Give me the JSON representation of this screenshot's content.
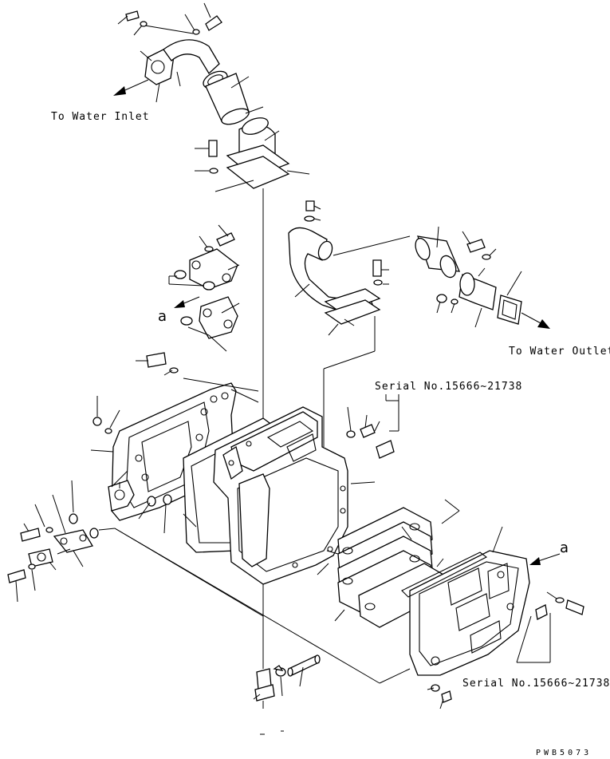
{
  "labels": {
    "water_inlet": "To Water Inlet",
    "water_outlet": "To Water Outlet",
    "serial_upper": "Serial No.15666~21738",
    "serial_lower": "Serial No.15666~21738",
    "ref_a_left": "a",
    "ref_a_right": "a",
    "drawing_code": "PWB5073"
  },
  "colors": {
    "ink": "#000000",
    "paper": "#ffffff"
  }
}
